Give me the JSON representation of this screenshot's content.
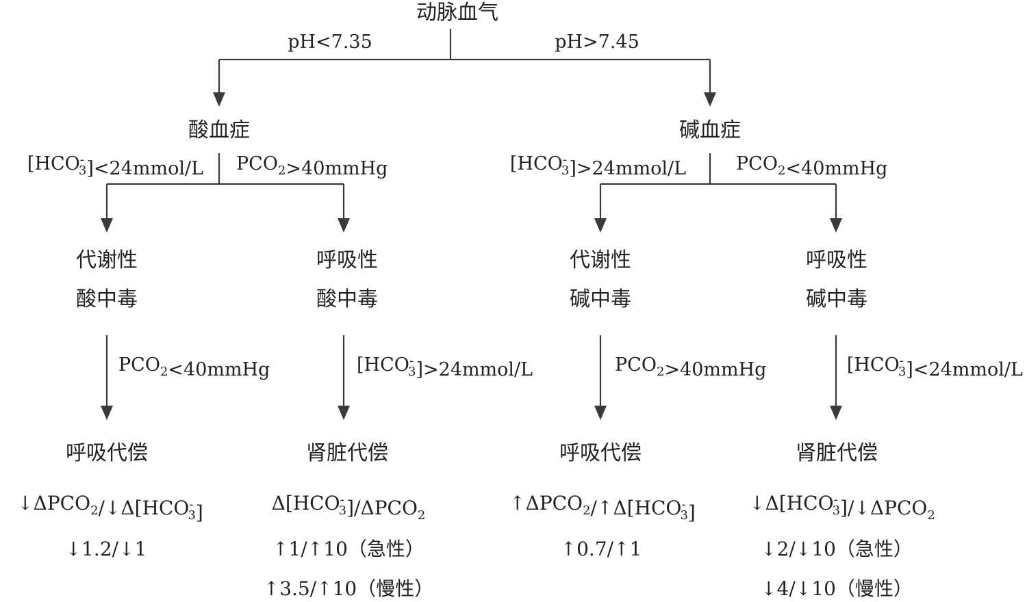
{
  "root": {
    "label": "动脉血气"
  },
  "root_branches": [
    {
      "condition": "pH<7.35"
    },
    {
      "condition": "pH>7.45"
    }
  ],
  "acidemia": {
    "label": "酸血症",
    "cond_metabolic": "[HCO3-]<24mmol/L",
    "cond_respiratory": "PCO2>40mmHg"
  },
  "alkalemia": {
    "label": "碱血症",
    "cond_metabolic": "[HCO3-]>24mmol/L",
    "cond_respiratory": "PCO2<40mmHg"
  },
  "subtypes": [
    {
      "line1": "代谢性",
      "line2": "酸中毒",
      "compensation_condition": "PCO2<40mmHg",
      "compensation": "呼吸代偿",
      "formula": "↓ΔPCO2/↓Δ[HCO3-]",
      "ratios": [
        "↓1.2/↓1"
      ]
    },
    {
      "line1": "呼吸性",
      "line2": "酸中毒",
      "compensation_condition": "[HCO3-]>24mmol/L",
      "compensation": "肾脏代偿",
      "formula": "Δ[HCO3-]/ΔPCO2",
      "ratios": [
        "↑1/↑10（急性）",
        "↑3.5/↑10（慢性）"
      ]
    },
    {
      "line1": "代谢性",
      "line2": "碱中毒",
      "compensation_condition": "PCO2>40mmHg",
      "compensation": "呼吸代偿",
      "formula": "↑ΔPCO2/↑Δ[HCO3-]",
      "ratios": [
        "↑0.7/↑1"
      ]
    },
    {
      "line1": "呼吸性",
      "line2": "碱中毒",
      "compensation_condition": "[HCO3-]<24mmol/L",
      "compensation": "肾脏代偿",
      "formula": "↓Δ[HCO3-]/↓ΔPCO2",
      "ratios": [
        "↓2/↓10（急性）",
        "↓4/↓10（慢性）"
      ]
    }
  ],
  "colors": {
    "line": "#3a3a3a",
    "text": "#222222"
  }
}
